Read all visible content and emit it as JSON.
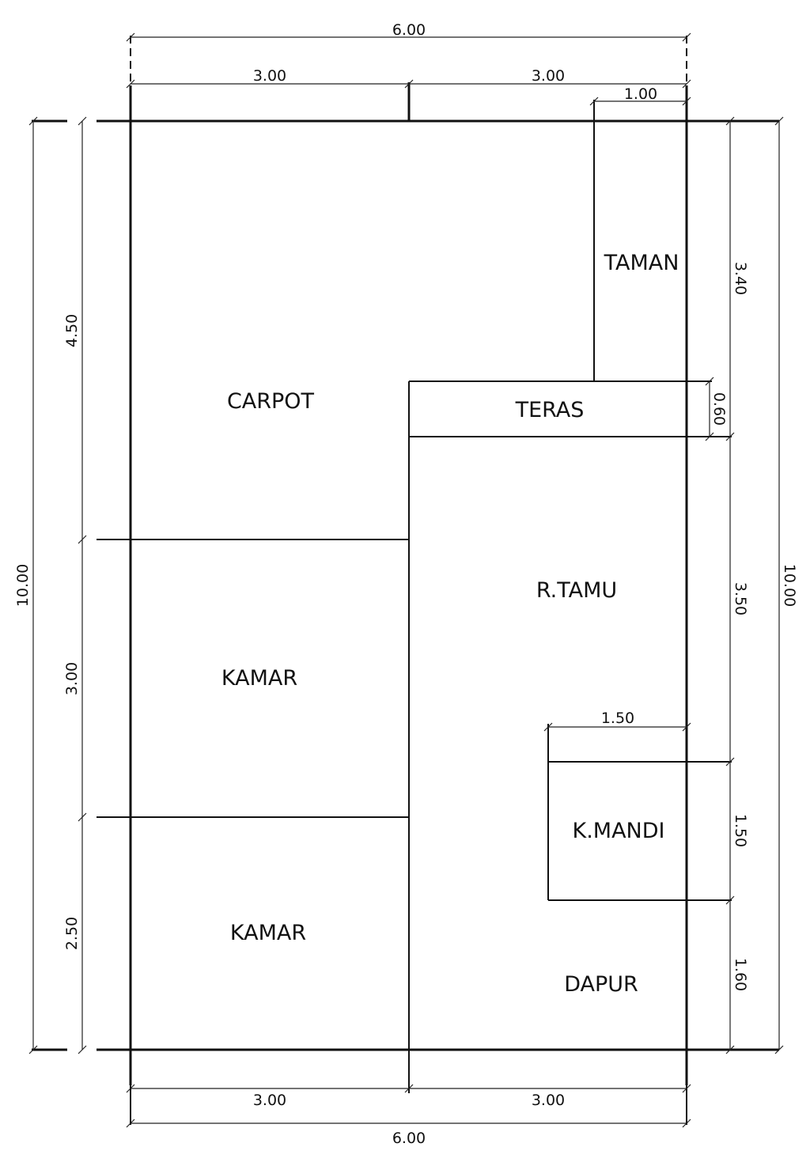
{
  "rooms": {
    "carpot": "CARPOT",
    "taman": "TAMAN",
    "teras": "TERAS",
    "r_tamu": "R.TAMU",
    "kamar_1": "KAMAR",
    "kamar_2": "KAMAR",
    "k_mandi": "K.MANDI",
    "dapur": "DAPUR"
  },
  "dimensions": {
    "top_total": "6.00",
    "top_left": "3.00",
    "top_right": "3.00",
    "top_taman": "1.00",
    "bottom_left": "3.00",
    "bottom_right": "3.00",
    "bottom_total": "6.00",
    "left_total": "10.00",
    "left_carpot": "4.50",
    "left_kamar_1": "3.00",
    "left_kamar_2": "2.50",
    "right_total": "10.00",
    "right_taman": "3.40",
    "right_teras": "0.60",
    "right_tamu": "3.50",
    "right_mandi": "1.50",
    "right_dapur": "1.60",
    "mandi_width": "1.50"
  }
}
